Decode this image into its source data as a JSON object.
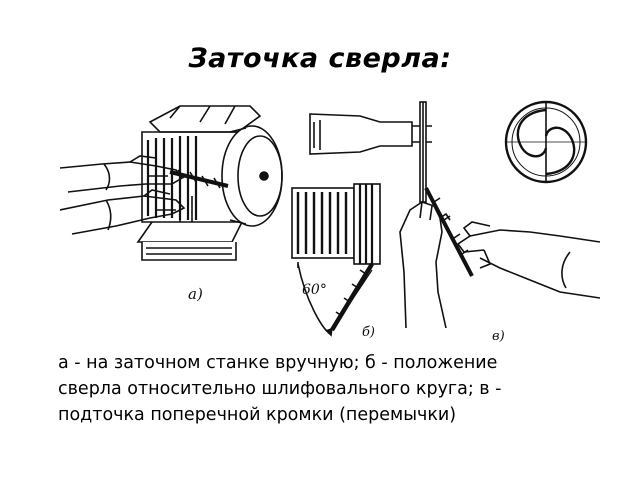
{
  "slide": {
    "title": "Заточка сверла:",
    "figure": {
      "label_a": "а)",
      "label_b": "б)",
      "label_c": "в)",
      "angle": "60°"
    },
    "caption_lines": [
      "а - на заточном станке вручную; б - положение",
      "сверла относительно шлифовального круга; в -",
      "подточка поперечной кромки (перемычки)"
    ]
  }
}
